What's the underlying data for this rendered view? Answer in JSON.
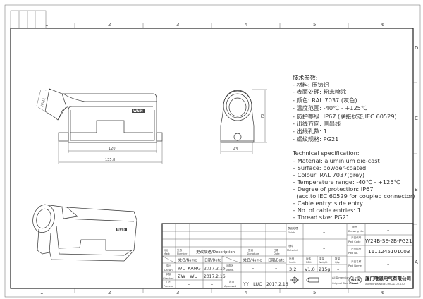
{
  "zones": {
    "columns": [
      "1",
      "2",
      "3",
      "4",
      "5",
      "6"
    ],
    "rows": [
      "D",
      "C",
      "B",
      "A"
    ]
  },
  "views": {
    "front": {
      "gland_label": "PG21",
      "badge": "WAIN",
      "dim_inner": "120",
      "dim_overall": "135.8"
    },
    "side": {
      "dim_width": "43",
      "dim_height": "70"
    },
    "iso": {
      "badge": "WAIN"
    }
  },
  "spec_cn": {
    "title": "技术参数:",
    "lines": [
      "- 材料: 压铸铝",
      "- 表面处理: 粉末喷涂",
      "- 颜色: RAL 7037 (灰色)",
      "- 温度范围: -40℃ - +125℃",
      "- 防护等级: IP67 (联接状态,IEC 60529)",
      "- 出线方向: 侧出线",
      "- 出线孔数: 1",
      "- 螺纹规格: PG21"
    ]
  },
  "spec_en": {
    "title": "Technical specification:",
    "lines": [
      "– Material: aluminium die-cast",
      "– Surface: powder-coated",
      "– Colour: RAL 7037(grey)",
      "– Temperature range: -40℃ - +125℃",
      "– Degree of protection: IP67",
      "  (acc.to IEC 60529 for coupled connector)",
      "– Cable entry: side entry",
      "– No. of cable entries: 1",
      "– Thread size: PG21"
    ]
  },
  "title_block": {
    "rev_header": {
      "mark_cn": "标记",
      "mark": "Mark",
      "number_cn": "处数",
      "number": "Number",
      "description": "更改描述/Description",
      "signature_cn": "签名",
      "signature": "Signature",
      "date_cn": "日期",
      "date": "Date"
    },
    "name_header": "姓名/Name",
    "date_header": "日期/Date",
    "drawn": {
      "label_cn": "设计",
      "label": "Drawn",
      "name": "WL  KANG",
      "date": "2017.2.16"
    },
    "checked": {
      "label_cn": "审核",
      "label": "Checked",
      "name": "ZW   WU",
      "date": "2017.2.16"
    },
    "process": {
      "label_cn": "工艺",
      "label": "Process",
      "name": "–",
      "date": "–"
    },
    "stand": {
      "label_cn": "标准化",
      "label": "Stand.",
      "name": "–",
      "date": "–"
    },
    "approved": {
      "label_cn": "批准",
      "label": "Approved",
      "name": "YY   LUO",
      "date": "2017.2.16"
    },
    "finish": {
      "label_cn": "表面处理",
      "label": "Finish",
      "value": "–"
    },
    "material": {
      "label_cn": "材料",
      "label": "Material",
      "value": "–"
    },
    "scale": {
      "label_cn": "比例",
      "label": "Scale",
      "value": "3:2"
    },
    "rev": {
      "label_cn": "版本",
      "label": "REV.",
      "value": "V1.0"
    },
    "weight": {
      "label_cn": "重量",
      "label": "Weight",
      "value": "215g"
    },
    "qty": {
      "label_cn": "数量",
      "label": "Qty.",
      "value": "–"
    },
    "units_note": "All Dimensions in mm",
    "size_note": "Original Size DIN A 4",
    "drawing_no": {
      "label_cn": "图号",
      "label": "Drawing No.",
      "value": "–"
    },
    "part_code": {
      "label_cn": "产品代号",
      "label": "Part Code",
      "value": "W24B-SE-2B-PG21"
    },
    "part_no": {
      "label_cn": "产品料号",
      "label": "Part No.",
      "value": "1111245101003"
    },
    "part_name": {
      "label_cn": "产品名称",
      "label": "Part Name",
      "value": "–"
    },
    "company_logo": "WAIN",
    "company_cn": "厦门唯恩电气有限公司",
    "company_en": "XIAMEN WAIN ELECTRICAL CO.,LTD"
  }
}
